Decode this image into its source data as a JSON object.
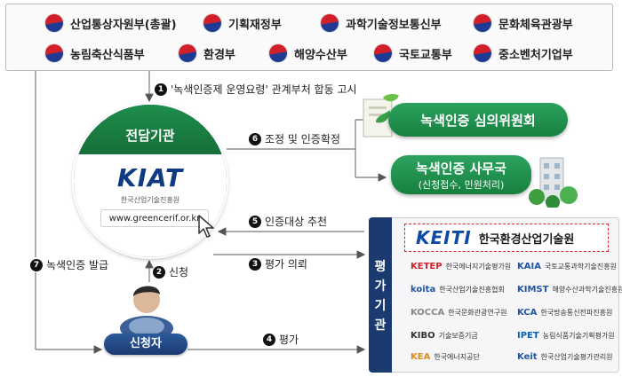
{
  "ministries": [
    {
      "label": "산업통상자원부(총괄)"
    },
    {
      "label": "기획재정부"
    },
    {
      "label": "과학기술정보통신부"
    },
    {
      "label": "문화체육관광부"
    },
    {
      "label": "농림축산식품부"
    },
    {
      "label": "환경부"
    },
    {
      "label": "해양수산부"
    },
    {
      "label": "국토교통부"
    },
    {
      "label": "중소벤처기업부"
    }
  ],
  "agency": {
    "title": "전담기관",
    "logo": "KIAT",
    "subtitle": "한국산업기술진흥원",
    "url": "www.greencerif.or.kr"
  },
  "committee": "녹색인증 심의위원회",
  "office": {
    "title": "녹색인증 사무국",
    "subtitle": "(신청접수, 민원처리)"
  },
  "evaluation": {
    "label": "평가기관",
    "lead": {
      "logo": "KEITI",
      "name": "한국환경산업기술원"
    },
    "orgs": [
      {
        "mark": "KETEP",
        "name": "한국에너지기술평가원"
      },
      {
        "mark": "KAIA",
        "name": "국토교통과학기술진흥원"
      },
      {
        "mark": "koita",
        "name": "한국산업기술진흥협회"
      },
      {
        "mark": "KIMST",
        "name": "해양수산과학기술진흥원"
      },
      {
        "mark": "KOCCA",
        "name": "한국문화관광연구원"
      },
      {
        "mark": "KCA",
        "name": "한국방송통신전파진흥원"
      },
      {
        "mark": "KIBO",
        "name": "기술보증기금"
      },
      {
        "mark": "IPET",
        "name": "농림식품기술기획평가원"
      },
      {
        "mark": "KEA",
        "name": "한국에너지공단"
      },
      {
        "mark": "Keit",
        "name": "한국산업기술평가관리원"
      }
    ]
  },
  "applicant": "신청자",
  "steps": [
    {
      "num": "1",
      "label": "'녹색인증제 운영요령' 관계부처 합동 고시"
    },
    {
      "num": "2",
      "label": "신청"
    },
    {
      "num": "3",
      "label": "평가 의뢰"
    },
    {
      "num": "4",
      "label": "평가"
    },
    {
      "num": "5",
      "label": "인증대상 추천"
    },
    {
      "num": "6",
      "label": "조정 및 인증확정"
    },
    {
      "num": "7",
      "label": "녹색인증 발급"
    }
  ],
  "colors": {
    "green": "#1f8c4a",
    "navy": "#1b3b70",
    "red": "#d1202a"
  }
}
